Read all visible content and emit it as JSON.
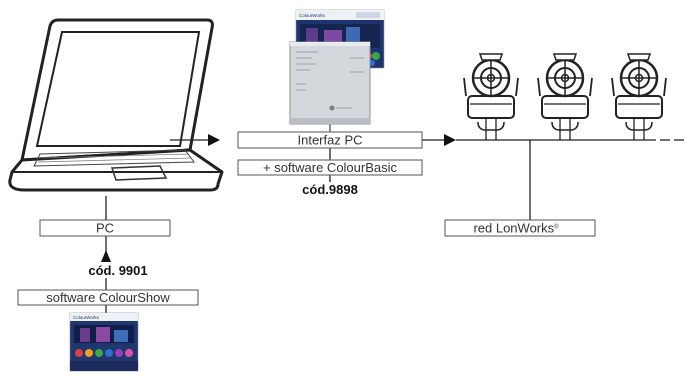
{
  "pc": {
    "label": "PC"
  },
  "interface": {
    "label": "Interfaz PC",
    "software": "+ software ColourBasic",
    "code": "cód.9898"
  },
  "colourshow": {
    "code": "cód. 9901",
    "software": "software ColourShow"
  },
  "network": {
    "label": "red LonWorks",
    "mark": "®"
  },
  "cover_interface": {
    "brand": "ColourWorks"
  },
  "cover_show": {
    "brand": "ColourWorks"
  },
  "colors": {
    "line": "#222222",
    "box_border": "#555555",
    "screen_dark": "#1a2a55",
    "device_gray": "#d4d8dc"
  }
}
